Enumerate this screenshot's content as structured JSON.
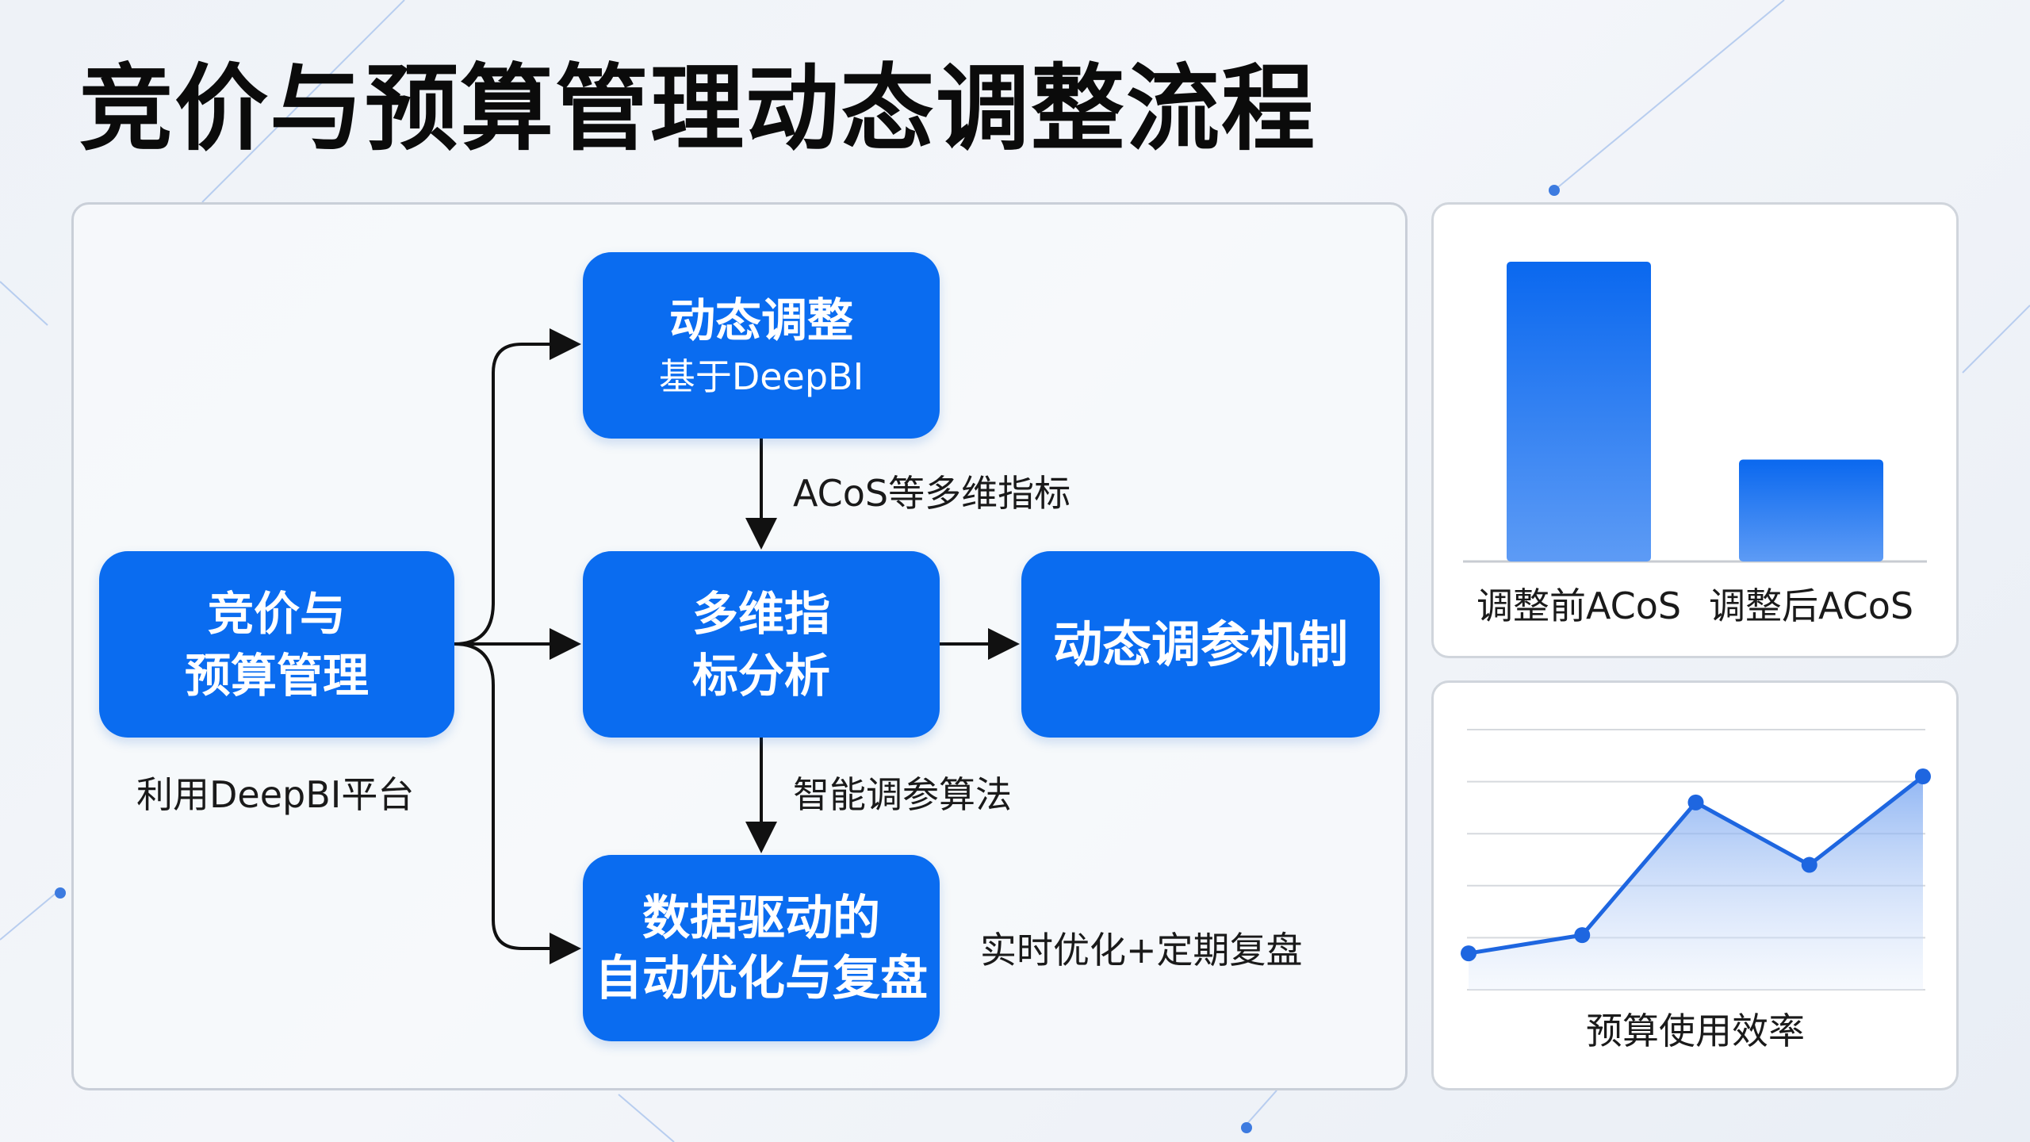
{
  "title": "竞价与预算管理动态调整流程",
  "flow": {
    "source": {
      "line1": "竞价与",
      "line2": "预算管理"
    },
    "source_caption": "利用DeepBI平台",
    "dynamic": {
      "title": "动态调整",
      "subtitle": "基于DeepBI"
    },
    "edge_acos": "ACoS等多维指标",
    "multi": {
      "line1": "多维指",
      "line2": "标分析"
    },
    "mechanism": "动态调参机制",
    "edge_algo": "智能调参算法",
    "auto": {
      "line1": "数据驱动的",
      "line2": "自动优化与复盘"
    },
    "auto_caption": "实时优化+定期复盘"
  },
  "colors": {
    "primary": "#0a6cf0",
    "line": "#1e66e0",
    "axis": "#c8ccd2"
  },
  "chart_data": [
    {
      "type": "bar",
      "categories": [
        "调整前ACoS",
        "调整后ACoS"
      ],
      "values": [
        100,
        34
      ],
      "ylim": [
        0,
        100
      ],
      "grid": false
    },
    {
      "type": "area",
      "x": [
        1,
        2,
        3,
        4,
        5
      ],
      "values": [
        14,
        21,
        72,
        48,
        82
      ],
      "ylim": [
        0,
        100
      ],
      "grid": true,
      "xlabel": "预算使用效率"
    }
  ]
}
